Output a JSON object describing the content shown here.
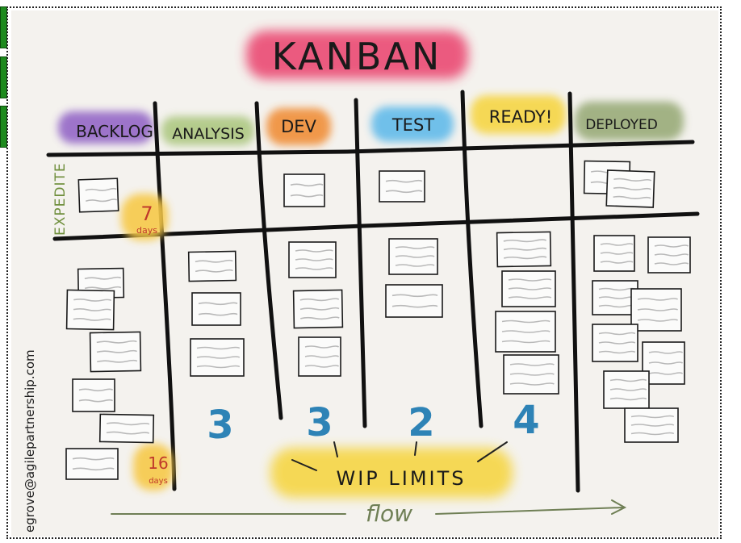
{
  "title": "KANBAN",
  "columns": [
    {
      "label": "BACKLOG",
      "color": "#8e5fc4"
    },
    {
      "label": "ANALYSIS",
      "color": "#9fbf6c"
    },
    {
      "label": "DEV",
      "color": "#f0892e"
    },
    {
      "label": "TEST",
      "color": "#5ab8ea"
    },
    {
      "label": "READY!",
      "color": "#f6d43a"
    },
    {
      "label": "DEPLOYED",
      "color": "#8ea36a"
    }
  ],
  "title_color": "#ea3f6c",
  "expedite_label": "EXPEDITE",
  "expedite_color": "#6f8f3c",
  "expedite_days": {
    "number": "7",
    "unit": "days"
  },
  "backlog_days": {
    "number": "16",
    "unit": "days"
  },
  "wip_limits": {
    "label": "WIP LIMITS",
    "values": [
      "3",
      "3",
      "2",
      "4"
    ],
    "color": "#2e83b6"
  },
  "flow_label": "flow",
  "credit": "egrove@agilepartnership.com"
}
